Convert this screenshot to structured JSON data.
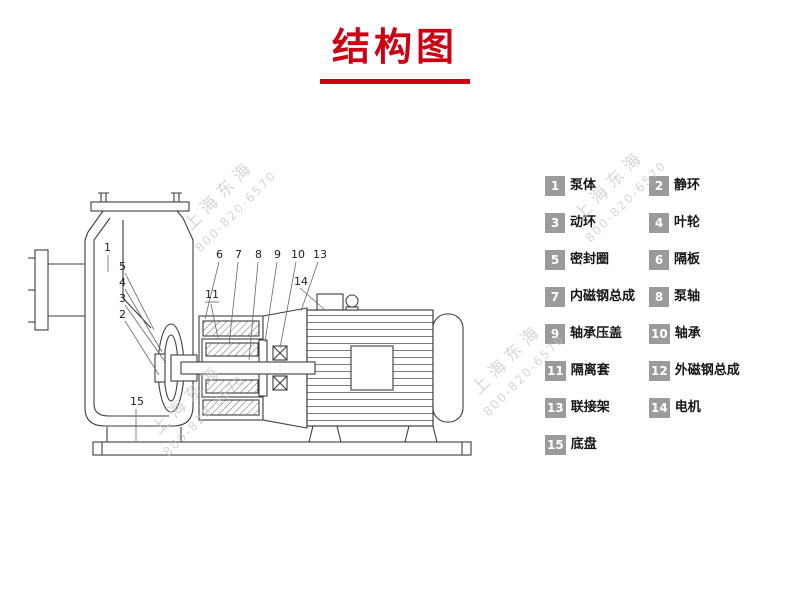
{
  "page": {
    "title": "结构图"
  },
  "colors": {
    "accent_red": "#cc0011",
    "legend_box_gray": "#9b9b9b"
  },
  "watermark": {
    "name": "上海东海",
    "phone": "800-820-6570"
  },
  "diagram": {
    "callouts": [
      "1",
      "5",
      "4",
      "3",
      "2",
      "6",
      "7",
      "8",
      "9",
      "10",
      "13",
      "11",
      "14",
      "15"
    ]
  },
  "legend": {
    "items": [
      {
        "num": "1",
        "label": "泵体"
      },
      {
        "num": "2",
        "label": "静环"
      },
      {
        "num": "3",
        "label": "动环"
      },
      {
        "num": "4",
        "label": "叶轮"
      },
      {
        "num": "5",
        "label": "密封圈"
      },
      {
        "num": "6",
        "label": "隔板"
      },
      {
        "num": "7",
        "label": "内磁钢总成"
      },
      {
        "num": "8",
        "label": "泵轴"
      },
      {
        "num": "9",
        "label": "轴承压盖"
      },
      {
        "num": "10",
        "label": "轴承"
      },
      {
        "num": "11",
        "label": "隔离套"
      },
      {
        "num": "12",
        "label": "外磁钢总成"
      },
      {
        "num": "13",
        "label": "联接架"
      },
      {
        "num": "14",
        "label": "电机"
      },
      {
        "num": "15",
        "label": "底盘"
      }
    ]
  }
}
